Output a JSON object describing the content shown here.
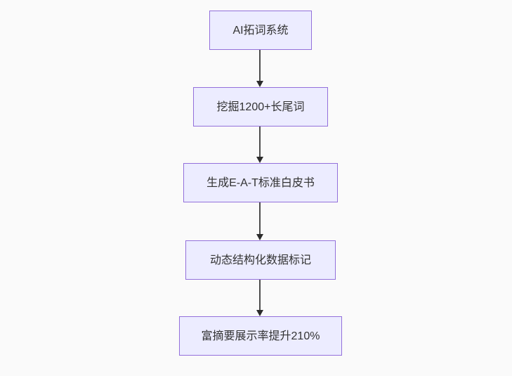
{
  "diagram": {
    "type": "flowchart",
    "direction": "top-to-bottom",
    "background_color": "#fafafa",
    "node_fill_color": "#ECECFF",
    "node_border_color": "#9370DB",
    "text_color": "#333333",
    "edge_color": "#333333",
    "nodes": [
      {
        "id": "step1",
        "label": "AI拓词系统"
      },
      {
        "id": "step2",
        "label": "挖掘1200+长尾词"
      },
      {
        "id": "step3",
        "label": "生成E-A-T标准白皮书"
      },
      {
        "id": "step4",
        "label": "动态结构化数据标记"
      },
      {
        "id": "step5",
        "label": "富摘要展示率提升210%"
      }
    ],
    "edges": [
      {
        "from": "AI拓词系统",
        "to": "挖掘1200+长尾词",
        "style": "arrow"
      },
      {
        "from": "挖掘1200+长尾词",
        "to": "生成E-A-T标准白皮书",
        "style": "arrow"
      },
      {
        "from": "生成E-A-T标准白皮书",
        "to": "动态结构化数据标记",
        "style": "arrow"
      },
      {
        "from": "动态结构化数据标记",
        "to": "富摘要展示率提升210%",
        "style": "arrow"
      }
    ]
  }
}
